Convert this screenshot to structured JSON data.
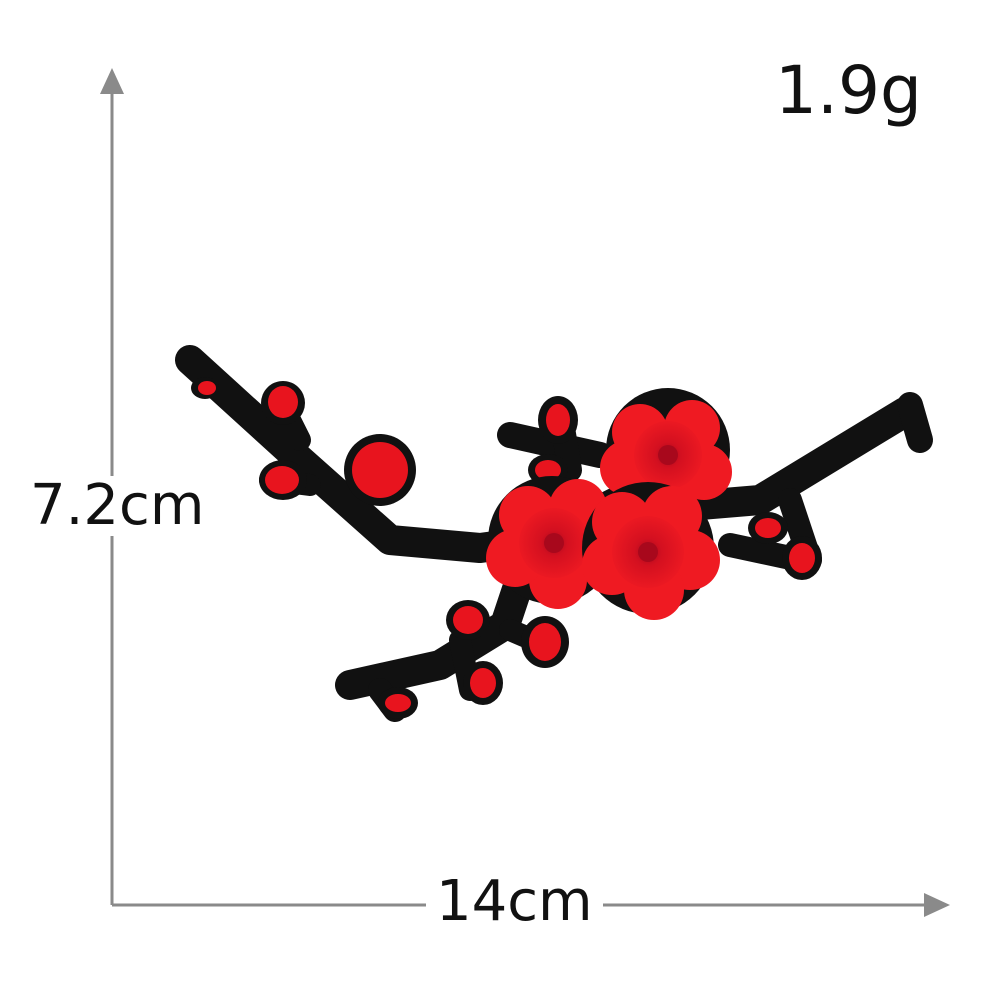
{
  "weight": "1.9g",
  "dimensions": {
    "height": "7.2cm",
    "width": "14cm"
  },
  "colors": {
    "background": "#ffffff",
    "arrow": "#8a8a8a",
    "text": "#111111",
    "branch": "#111111",
    "petal": "#e8141e",
    "petal_dark": "#c00a18",
    "flower_center": "#a8081c"
  },
  "icons": {
    "vertical_arrow": "arrow-up-icon",
    "horizontal_arrow": "arrow-right-icon",
    "patch": "plum-blossom-patch-icon"
  }
}
